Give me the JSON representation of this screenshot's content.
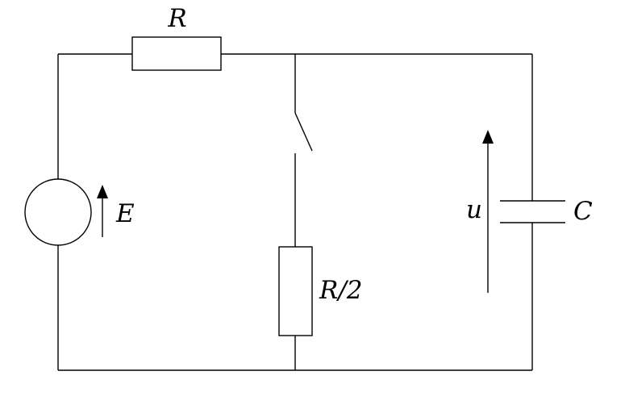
{
  "diagram": {
    "type": "circuit",
    "components": {
      "series_resistor": {
        "label": "R"
      },
      "voltage_source": {
        "label": "E"
      },
      "switch": {
        "state": "open"
      },
      "branch_resistor": {
        "label": "R/2"
      },
      "capacitor": {
        "label": "C"
      },
      "capacitor_voltage": {
        "label": "u"
      }
    },
    "colors": {
      "stroke": "#000000",
      "background": "#ffffff"
    }
  }
}
